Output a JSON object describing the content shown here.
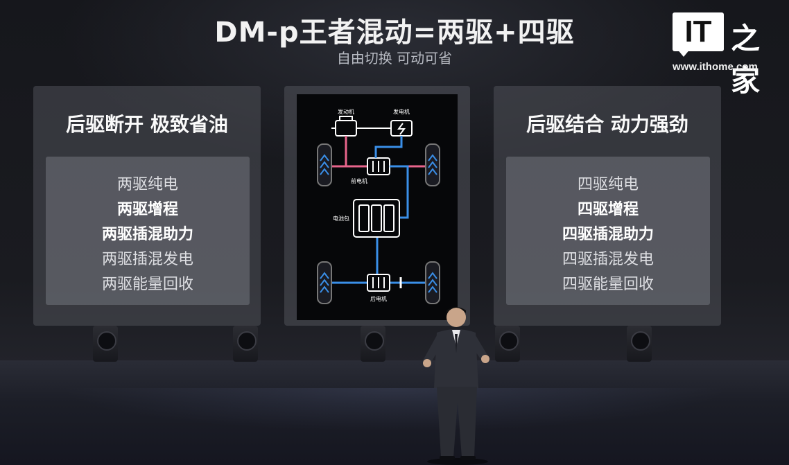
{
  "header": {
    "title": "DM-p王者混动=两驱+四驱",
    "subtitle": "自由切换  可动可省"
  },
  "logo": {
    "mark": "IT",
    "chinese": "之家",
    "url": "www.ithome.com"
  },
  "left_panel": {
    "heading": "后驱断开  极致省油",
    "modes": [
      "两驱纯电",
      "两驱增程",
      "两驱插混助力",
      "两驱插混发电",
      "两驱能量回收"
    ]
  },
  "right_panel": {
    "heading": "后驱结合  动力强劲",
    "modes": [
      "四驱纯电",
      "四驱增程",
      "四驱插混助力",
      "四驱插混发电",
      "四驱能量回收"
    ]
  },
  "diagram": {
    "engine_label": "发动机",
    "generator_label": "发电机",
    "front_motor_label": "前电机",
    "battery_label": "电池包",
    "rear_motor_label": "后电机",
    "colors": {
      "blue": "#3a8fe8",
      "pink": "#e8648c",
      "white": "#ffffff"
    }
  }
}
